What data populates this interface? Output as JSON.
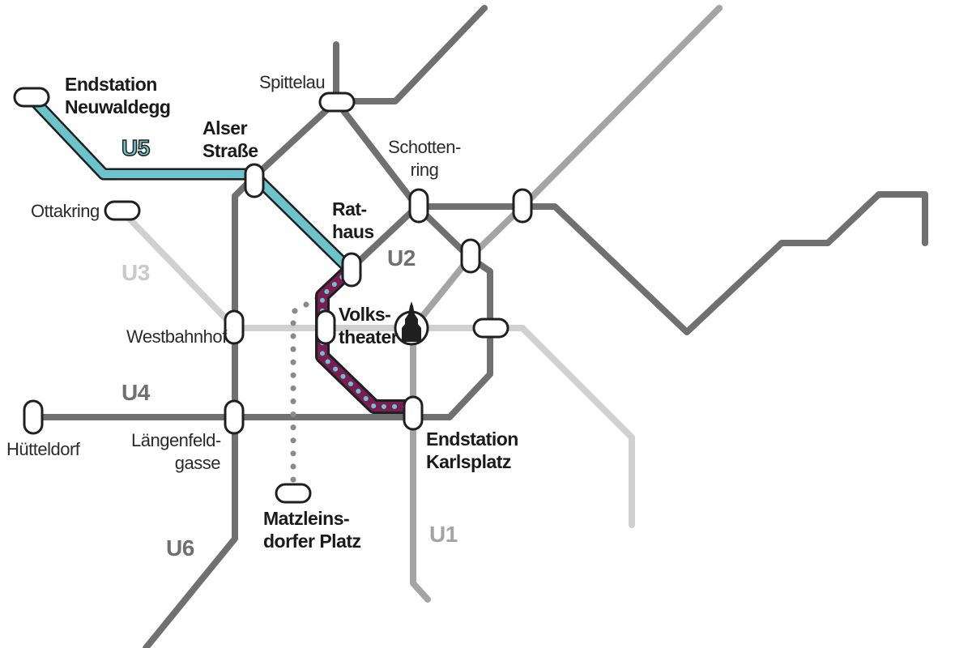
{
  "colors": {
    "background": "#ffffff",
    "line_dark": "#6e6e6e",
    "line_mid": "#999999",
    "line_light": "#cfcfcf",
    "u5": "#6cc3c9",
    "u5_outline": "#1f1f1f",
    "u5_extension": "#7a1d52",
    "u5_extension_dots": "#6cc3c9",
    "planned_dots": "#888888",
    "station_fill": "#ffffff",
    "station_stroke": "#1f1f1f"
  },
  "lines": {
    "u1": "U1",
    "u2": "U2",
    "u3": "U3",
    "u4": "U4",
    "u5": "U5",
    "u6": "U6"
  },
  "stations": {
    "neuwaldegg": [
      "Endstation",
      "Neuwaldegg"
    ],
    "spittelau": "Spittelau",
    "alser_strasse": [
      "Alser",
      "Straße"
    ],
    "schottenring": [
      "Schotten-",
      "ring"
    ],
    "ottakring": "Ottakring",
    "rathaus": [
      "Rat-",
      "haus"
    ],
    "volkstheater": [
      "Volks-",
      "theater"
    ],
    "westbahnhof": "Westbahnhof",
    "huetteldorf": "Hütteldorf",
    "laengenfeldgasse": [
      "Längenfeld-",
      "gasse"
    ],
    "karlsplatz": [
      "Endstation",
      "Karlsplatz"
    ],
    "matzleinsdorfer_platz": [
      "Matzleins-",
      "dorfer Platz"
    ]
  },
  "landmark_icon": "stephansdom-icon"
}
